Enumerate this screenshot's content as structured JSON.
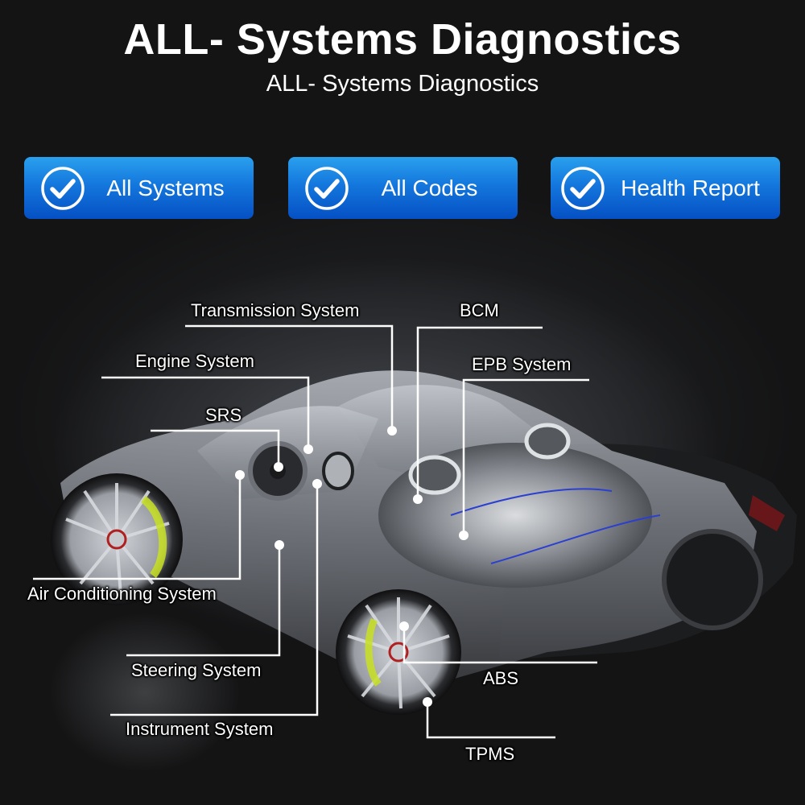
{
  "header": {
    "title": "ALL- Systems Diagnostics",
    "subtitle": "ALL- Systems Diagnostics"
  },
  "features": [
    {
      "label": "All Systems",
      "icon": "check-circle-icon"
    },
    {
      "label": "All Codes",
      "icon": "check-circle-icon"
    },
    {
      "label": "Health Report",
      "icon": "check-circle-icon"
    }
  ],
  "callouts": {
    "transmission": "Transmission System",
    "engine": "Engine System",
    "srs": "SRS",
    "air_conditioning": "Air Conditioning System",
    "steering": "Steering System",
    "instrument": "Instrument System",
    "bcm": "BCM",
    "epb": "EPB System",
    "abs": "ABS",
    "tpms": "TPMS"
  },
  "colors": {
    "background": "#111111",
    "button_top": "#2aa0ee",
    "button_bottom": "#0550c4",
    "text": "#ffffff",
    "caliper_accent": "#c8e022"
  }
}
